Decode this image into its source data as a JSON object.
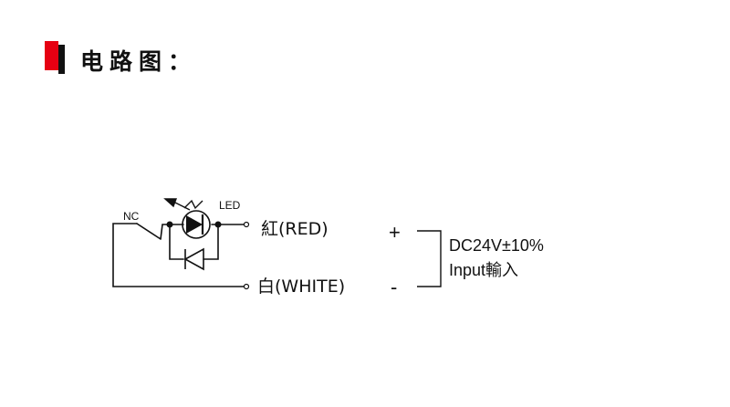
{
  "header": {
    "title": "电路图："
  },
  "diagram": {
    "labels": {
      "nc": "NC",
      "led": "LED",
      "red_wire": "紅(RED)",
      "white_wire": "白(WHITE)",
      "plus": "+",
      "minus": "-",
      "supply_line1": "DC24V±10%",
      "supply_line2": "Input輸入"
    }
  }
}
